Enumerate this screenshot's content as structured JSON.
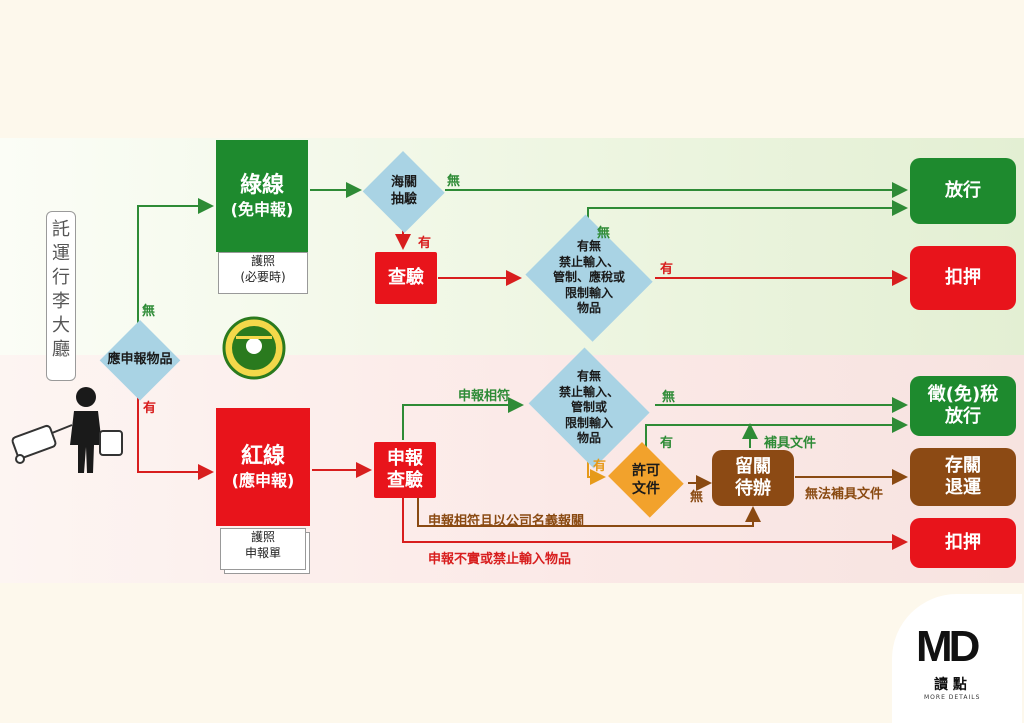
{
  "hall": "託運行李大廳",
  "declare": "應申報物品",
  "green_line": {
    "title": "綠線",
    "sub": "(免申報)",
    "doc": "護照\n(必要時)"
  },
  "red_line": {
    "title": "紅線",
    "sub": "(應申報)",
    "doc": "護照\n申報單"
  },
  "customs_check": "海關\n抽驗",
  "inspect": "查驗",
  "prohibited_top": "有無\n禁止輸入、\n管制、應稅或\n限制輸入\n物品",
  "prohibited_bottom": "有無\n禁止輸入、\n管制或\n限制輸入\n物品",
  "declare_inspect": "申報\n查驗",
  "permit": "許可\n文件",
  "hold": "留關\n待辦",
  "outcomes": {
    "release": "放行",
    "seize_top": "扣押",
    "tax_release": "徵(免)稅\n放行",
    "return": "存關\n退運",
    "seize_bottom": "扣押"
  },
  "labels": {
    "no": "無",
    "yes": "有",
    "declare_match": "申報相符",
    "supplement": "補具文件",
    "no_supplement": "無法補具文件",
    "company": "申報相符且以公司名義報關",
    "untrue": "申報不實或禁止輸入物品"
  },
  "logo": {
    "text": "讀 點",
    "tag": "MORE DETAILS"
  },
  "colors": {
    "green": "#1e8a2e",
    "red": "#e8141b",
    "brown": "#8c4a14",
    "blue": "#a9d3e4",
    "orange": "#f2a22c"
  }
}
